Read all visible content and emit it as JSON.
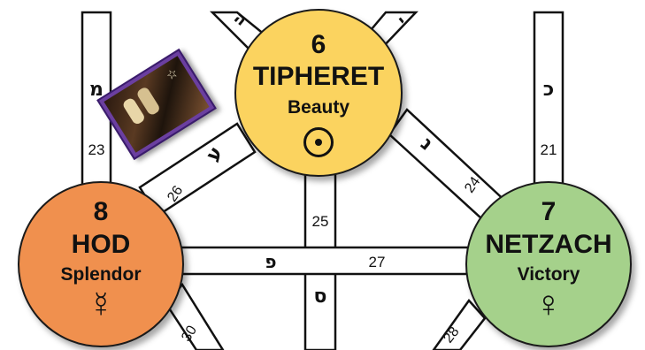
{
  "sephirot": {
    "tiphereth": {
      "number": "6",
      "name": "TIPHERET",
      "meaning": "Beauty",
      "planet_symbol": "⊙",
      "color": "#fbd35f"
    },
    "hod": {
      "number": "8",
      "name": "HOD",
      "meaning": "Splendor",
      "planet_symbol": "☿",
      "color": "#f0904e"
    },
    "netzach": {
      "number": "7",
      "name": "NETZACH",
      "meaning": "Victory",
      "planet_symbol": "♀",
      "color": "#a5d18b"
    }
  },
  "paths": {
    "p21": {
      "number": "21",
      "letter": "כ"
    },
    "p23": {
      "number": "23",
      "letter": "מ"
    },
    "p24": {
      "number": "24",
      "letter": "נ"
    },
    "p25": {
      "number": "25",
      "letter": "ס"
    },
    "p26": {
      "number": "26",
      "letter": "ע"
    },
    "p27": {
      "number": "27",
      "letter": "פ"
    },
    "p28": {
      "number": "28"
    },
    "p30": {
      "number": "30"
    },
    "top_left_letter": "ה",
    "top_right_letter": "י"
  },
  "tarot_card": {
    "image": "tarot-card-the-devil"
  }
}
